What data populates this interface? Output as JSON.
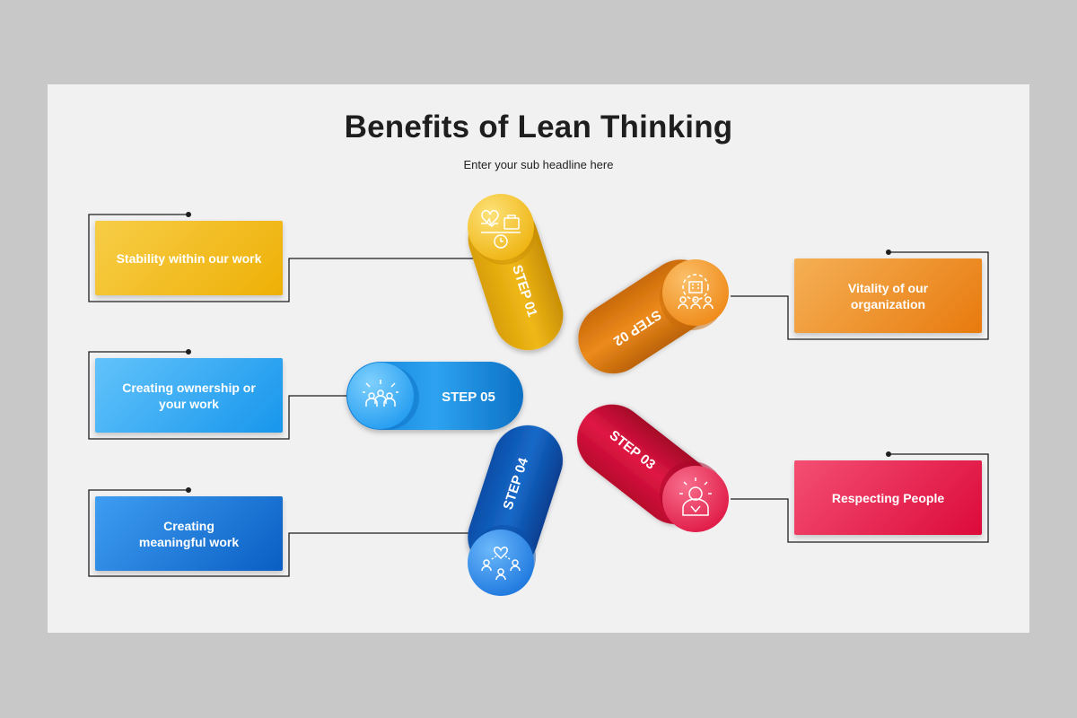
{
  "title": "Benefits of Lean Thinking",
  "subtitle": "Enter your sub headline here",
  "steps": [
    {
      "label": "STEP 01",
      "text": "Stability within our work",
      "color_a": "#f7c62a",
      "color_b": "#e4a904",
      "icon": "health-business-icon"
    },
    {
      "label": "STEP 02",
      "text": "Vitality of our organization",
      "color_a": "#f4a647",
      "color_b": "#e8780c",
      "icon": "organization-gear-icon"
    },
    {
      "label": "STEP 03",
      "text": "Respecting People",
      "color_a": "#f24a6f",
      "color_b": "#dc0a3a",
      "icon": "person-idea-icon"
    },
    {
      "label": "STEP 04",
      "text": "Creating meaningful work",
      "color_a": "#3d9ef2",
      "color_b": "#0b5fc2",
      "icon": "people-network-icon"
    },
    {
      "label": "STEP 05",
      "text": "Creating ownership or your work",
      "color_a": "#59bdfa",
      "color_b": "#1894ea",
      "icon": "team-celebration-icon"
    }
  ]
}
